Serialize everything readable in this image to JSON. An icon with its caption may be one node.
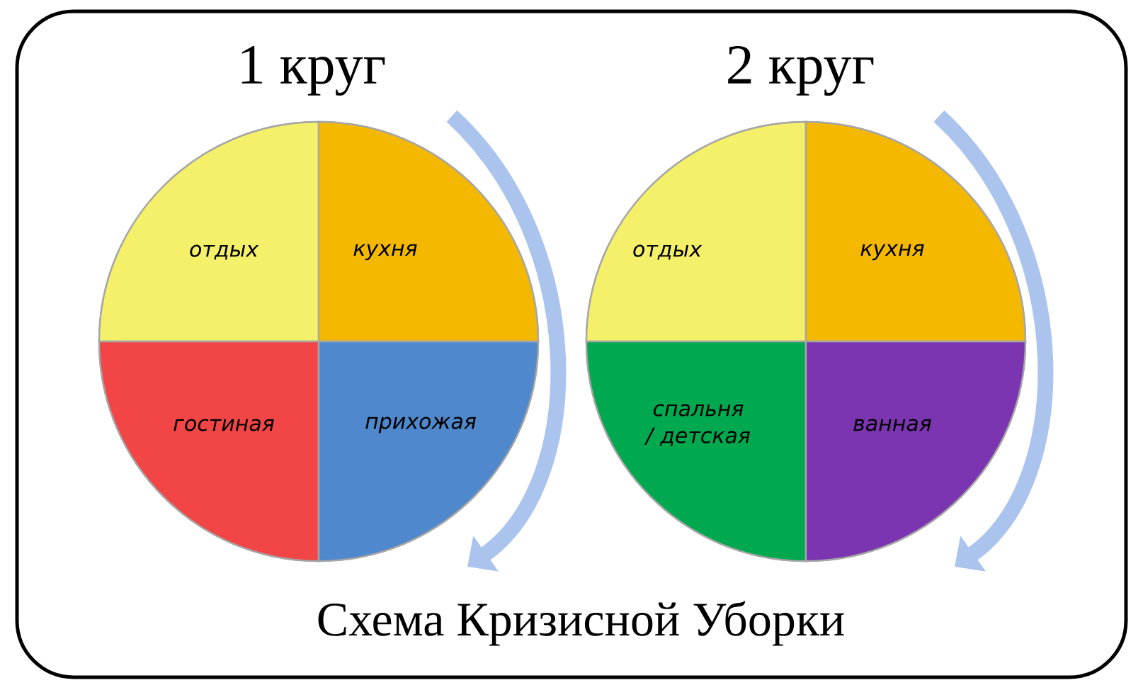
{
  "diagram": {
    "caption": "Схема Кризисной Уборки",
    "nodes": [
      {
        "text": [
          "1 круг"
        ]
      },
      {
        "text": [
          "отдых"
        ],
        "in": 0
      },
      {
        "text": [
          "кухня"
        ],
        "in": 0
      },
      {
        "text": [
          "гостиная"
        ],
        "in": 0
      },
      {
        "text": [
          "прихожая"
        ],
        "in": 0
      },
      {
        "text": [
          "2 круг"
        ]
      },
      {
        "text": [
          "отдых"
        ],
        "in": 5
      },
      {
        "text": [
          "кухня"
        ],
        "in": 5
      },
      {
        "text": [
          "спальня / детская"
        ],
        "in": 5
      },
      {
        "text": [
          "ванная"
        ],
        "in": 5
      }
    ],
    "edges": []
  }
}
